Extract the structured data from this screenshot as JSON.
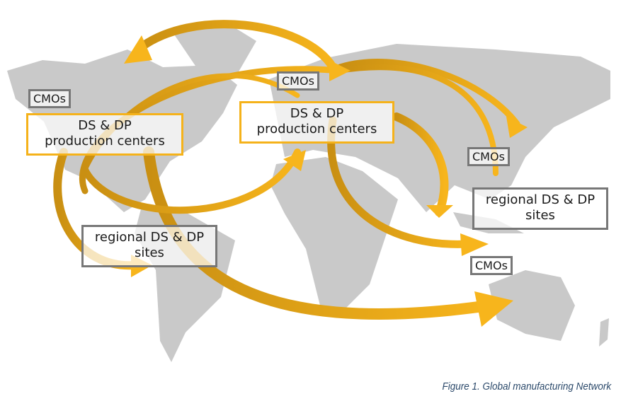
{
  "labels": {
    "cmos_na": "CMOs",
    "cmos_eu": "CMOs",
    "cmos_asia": "CMOs",
    "cmos_sea": "CMOs",
    "center_na": {
      "line1": "DS & DP",
      "line2": "production centers"
    },
    "center_eu": {
      "line1": "DS & DP",
      "line2": "production centers"
    },
    "regional_sa": {
      "line1": "regional DS & DP",
      "line2": "sites"
    },
    "regional_asia": {
      "line1": "regional DS & DP",
      "line2": "sites"
    }
  },
  "caption": "Figure 1. Global manufacturing Network",
  "colors": {
    "land": "#c9c9c9",
    "arrow": "#f5b21a",
    "arrow_dark": "#c98f12",
    "grey_border": "#777777",
    "caption": "#2c4a6b"
  }
}
